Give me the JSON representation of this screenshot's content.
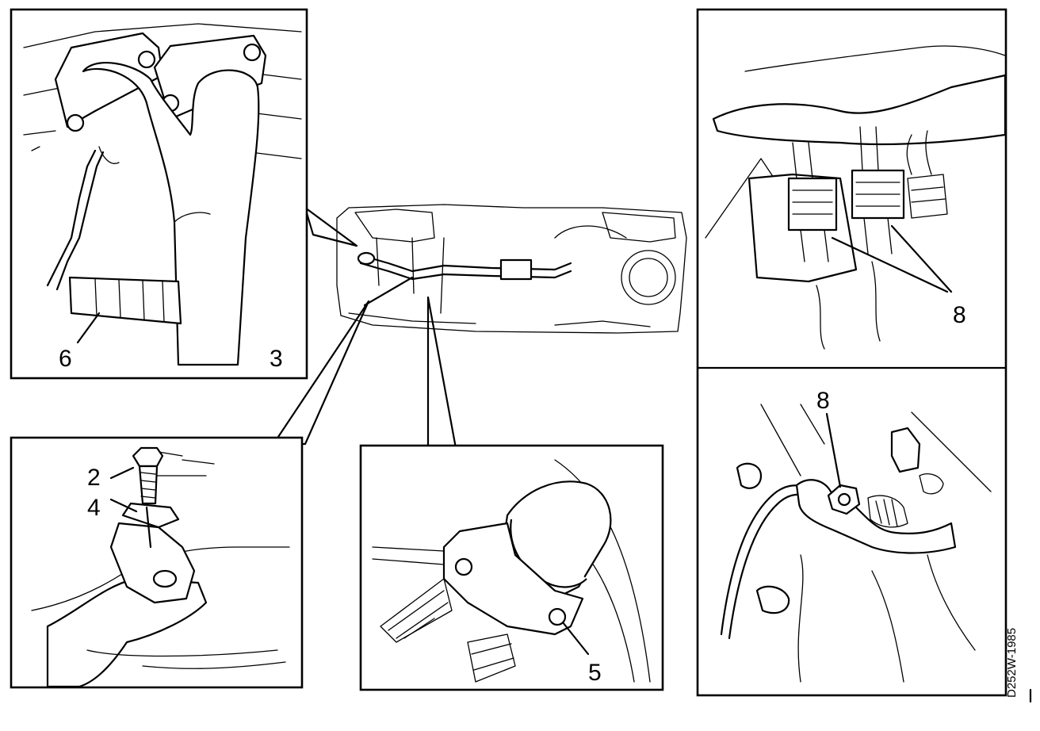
{
  "callouts": {
    "c6": "6",
    "c3": "3",
    "c8_top": "8",
    "c2": "2",
    "c4": "4",
    "c5": "5",
    "c8_bottom": "8"
  },
  "drawing_code": "D252W-1985",
  "colors": {
    "ink": "#000000",
    "paper": "#ffffff"
  }
}
